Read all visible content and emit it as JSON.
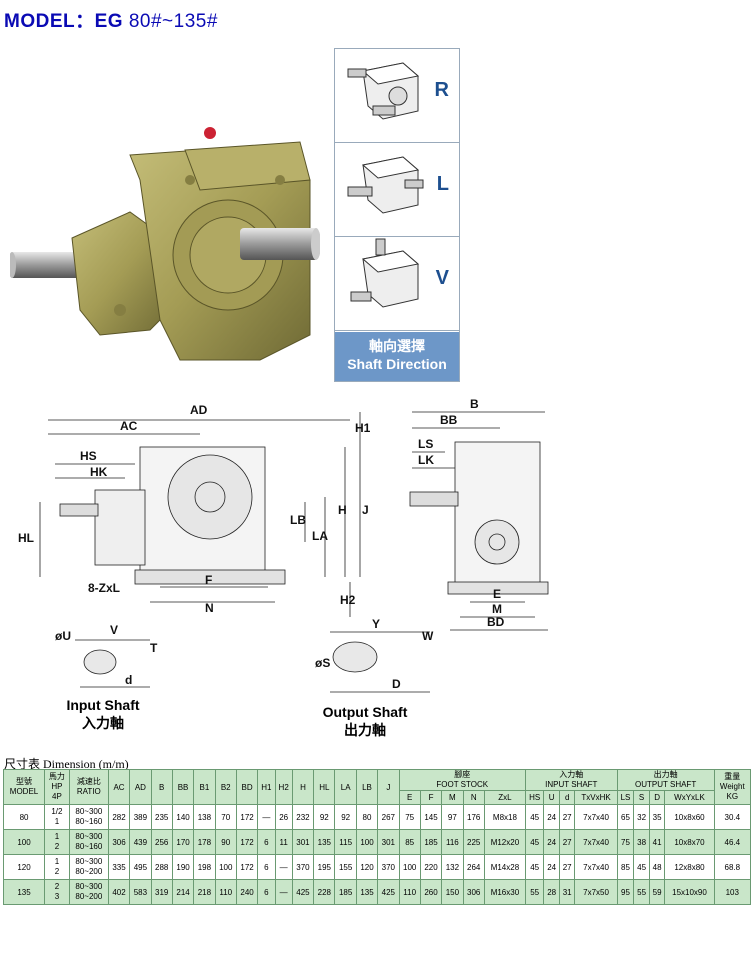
{
  "title": {
    "model": "MODEL：EG",
    "range": " 80#~135#"
  },
  "direction_panel": {
    "options": [
      "R",
      "L",
      "V"
    ],
    "caption_cn": "軸向選擇",
    "caption_en": "Shaft Direction"
  },
  "drawing": {
    "labels": {
      "AD": "AD",
      "AC": "AC",
      "HS": "HS",
      "HK": "HK",
      "HL": "HL",
      "ZxL": "8-ZxL",
      "F": "F",
      "N": "N",
      "H1": "H1",
      "H": "H",
      "J": "J",
      "LB": "LB",
      "LA": "LA",
      "H2": "H2",
      "B": "B",
      "BB": "BB",
      "LS": "LS",
      "LK": "LK",
      "E": "E",
      "M": "M",
      "BD": "BD",
      "U": "øU",
      "V": "V",
      "T": "T",
      "d": "d",
      "S": "øS",
      "Y": "Y",
      "W": "W",
      "D": "D"
    },
    "input_caption_en": "Input Shaft",
    "input_caption_cn": "入力軸",
    "output_caption_en": "Output Shaft",
    "output_caption_cn": "出力軸"
  },
  "dimension_title": "尺寸表 Dimension (m/m)",
  "table": {
    "h_model": [
      "型號",
      "MODEL"
    ],
    "h_hp": [
      "馬力",
      "HP",
      "4P"
    ],
    "h_ratio": [
      "減速比",
      "RATIO"
    ],
    "h_dims": [
      "AC",
      "AD",
      "B",
      "BB",
      "B1",
      "B2",
      "BD",
      "H1",
      "H2",
      "H",
      "HL",
      "LA",
      "LB",
      "J"
    ],
    "h_foot": [
      "腳座",
      "FOOT STOCK"
    ],
    "h_input": [
      "入力軸",
      "INPUT SHAFT"
    ],
    "h_output": [
      "出力軸",
      "OUTPUT SHAFT"
    ],
    "h_weight": [
      "重量",
      "Weight",
      "KG"
    ],
    "sub_foot": [
      "E",
      "F",
      "M",
      "N",
      "ZxL"
    ],
    "sub_input": [
      "HS",
      "U",
      "d",
      "TxVxHK"
    ],
    "sub_output": [
      "LS",
      "S",
      "D",
      "WxYxLK"
    ],
    "rows": [
      {
        "model": "80",
        "hp": [
          "1/2",
          "1"
        ],
        "ratio": [
          "80~300",
          "80~160"
        ],
        "dims": [
          "282",
          "389",
          "235",
          "140",
          "138",
          "70",
          "172",
          "—",
          "26",
          "232",
          "92",
          "92",
          "80",
          "267"
        ],
        "foot": [
          "75",
          "145",
          "97",
          "176",
          "M8x18"
        ],
        "input": [
          "45",
          "24",
          "27",
          "7x7x40"
        ],
        "output": [
          "65",
          "32",
          "35",
          "10x8x60"
        ],
        "weight": "30.4"
      },
      {
        "model": "100",
        "hp": [
          "1",
          "2"
        ],
        "ratio": [
          "80~300",
          "80~160"
        ],
        "dims": [
          "306",
          "439",
          "256",
          "170",
          "178",
          "90",
          "172",
          "6",
          "11",
          "301",
          "135",
          "115",
          "100",
          "301"
        ],
        "foot": [
          "85",
          "185",
          "116",
          "225",
          "M12x20"
        ],
        "input": [
          "45",
          "24",
          "27",
          "7x7x40"
        ],
        "output": [
          "75",
          "38",
          "41",
          "10x8x70"
        ],
        "weight": "46.4"
      },
      {
        "model": "120",
        "hp": [
          "1",
          "2"
        ],
        "ratio": [
          "80~300",
          "80~200"
        ],
        "dims": [
          "335",
          "495",
          "288",
          "190",
          "198",
          "100",
          "172",
          "6",
          "—",
          "370",
          "195",
          "155",
          "120",
          "370"
        ],
        "foot": [
          "100",
          "220",
          "132",
          "264",
          "M14x28"
        ],
        "input": [
          "45",
          "24",
          "27",
          "7x7x40"
        ],
        "output": [
          "85",
          "45",
          "48",
          "12x8x80"
        ],
        "weight": "68.8"
      },
      {
        "model": "135",
        "hp": [
          "2",
          "3"
        ],
        "ratio": [
          "80~300",
          "80~200"
        ],
        "dims": [
          "402",
          "583",
          "319",
          "214",
          "218",
          "110",
          "240",
          "6",
          "—",
          "425",
          "228",
          "185",
          "135",
          "425"
        ],
        "foot": [
          "110",
          "260",
          "150",
          "306",
          "M16x30"
        ],
        "input": [
          "55",
          "28",
          "31",
          "7x7x50"
        ],
        "output": [
          "95",
          "55",
          "59",
          "15x10x90"
        ],
        "weight": "103"
      }
    ]
  }
}
